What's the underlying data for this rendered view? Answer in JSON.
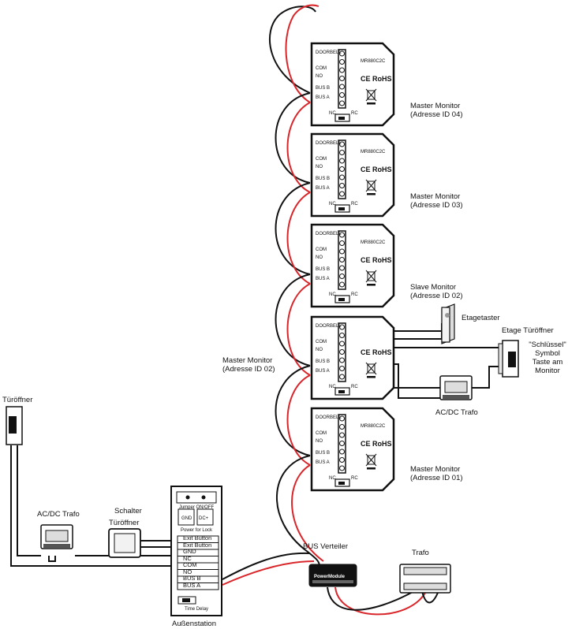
{
  "monitors": [
    {
      "model": "MR880C2C",
      "role": "Master Monitor",
      "address": "(Adresse ID 04)"
    },
    {
      "model": "MR880C2C",
      "role": "Master Monitor",
      "address": "(Adresse ID 03)"
    },
    {
      "model": "MR880C2C",
      "role": "Slave Monitor",
      "address": "(Adresse ID 02)"
    },
    {
      "model": "",
      "role": "Master Monitor",
      "address": "(Adresse ID 02)"
    },
    {
      "model": "MR880C2C",
      "role": "Master Monitor",
      "address": "(Adresse ID 01)"
    }
  ],
  "monitor_terminals": [
    "DOORBELL",
    "COM",
    "NO",
    "BUS B",
    "BUS A"
  ],
  "monitor_marks": {
    "ce": "CE",
    "rohs": "RoHS",
    "nc": "NC",
    "rc": "RC"
  },
  "labels": {
    "etagetaster": "Etagetaster",
    "etage_tueroeffner": "Etage Türöffner",
    "schluessel_note": [
      "\"Schlüssel\"",
      "Symbol",
      "Taste am",
      "Monitor"
    ],
    "acdc_trafo": "AC/DC Trafo",
    "tueroeffner": "Türöffner",
    "schalter": "Schalter",
    "schalter_tueroeffner": "Türöffner",
    "aussenstation": "Außenstation",
    "bus_verteiler": "BUS Verteiler",
    "trafo": "Trafo"
  },
  "outdoor_station": {
    "jumper": "Jumper ON/OFF",
    "gnd": "GND",
    "dc": "DC+",
    "power_lock": "Power for Lock",
    "terminals": [
      "Exit Button",
      "Exit Button",
      "GND",
      "NC",
      "COM",
      "NO",
      "BUS B",
      "BUS A"
    ],
    "time_delay": "Time Delay"
  },
  "bus_distributor_text": "PowerModule",
  "colors": {
    "wire_black": "#111111",
    "wire_red": "#d9262b"
  }
}
